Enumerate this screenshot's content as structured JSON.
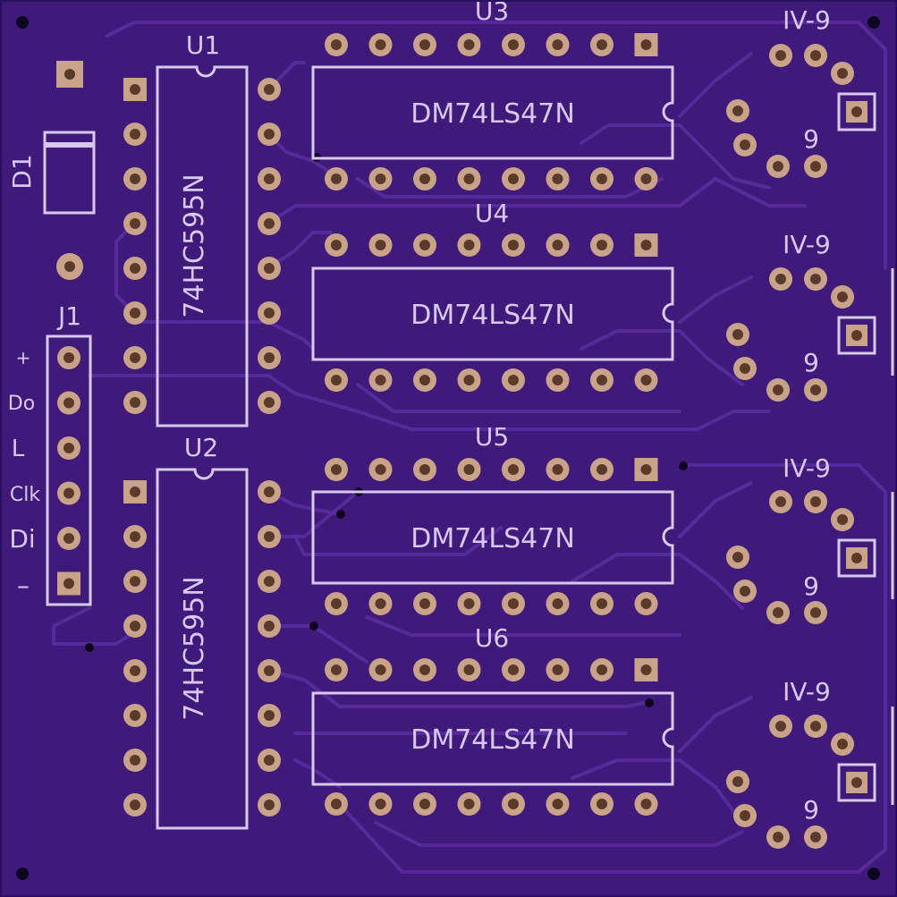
{
  "board": {
    "background": "#3f1a7a",
    "edge_color": "#2a1060",
    "pad_color": "#c9a28a",
    "pad_hole": "#5a3a28",
    "silk_color": "#d8c8ee"
  },
  "labels": {
    "u1": "U1",
    "u2": "U2",
    "u3": "U3",
    "u4": "U4",
    "u5": "U5",
    "u6": "U6",
    "d1": "D1",
    "j1": "J1",
    "u1_part": "74HC595N",
    "u2_part": "74HC595N",
    "u3_part": "DM74LS47N",
    "u4_part": "DM74LS47N",
    "u5_part": "DM74LS47N",
    "u6_part": "DM74LS47N",
    "tube1": "IV-9",
    "tube2": "IV-9",
    "tube3": "IV-9",
    "tube4": "IV-9",
    "tube_pin_mark": "9"
  },
  "connector_pins": [
    "+",
    "Do",
    "L",
    "Clk",
    "Di",
    "–"
  ]
}
